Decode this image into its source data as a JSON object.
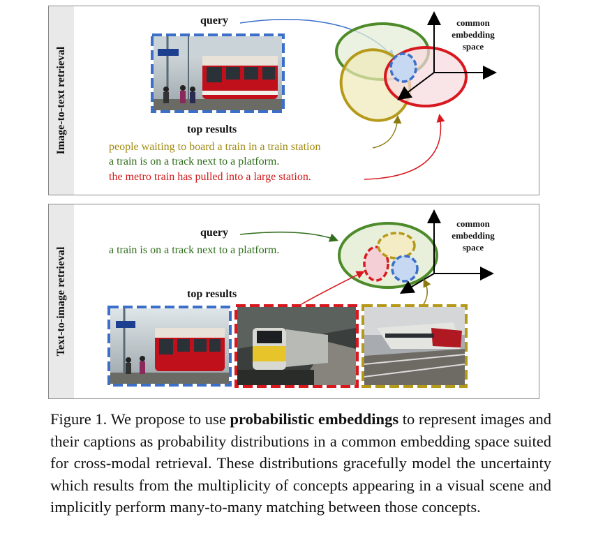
{
  "panel1": {
    "side_label": "Image-to-text retrieval",
    "query_label": "query",
    "top_results_label": "top results",
    "results": [
      "people waiting to board a train in a train station",
      "a train is on a track next to a platform.",
      "the metro train has pulled into a large station."
    ],
    "space_label": [
      "common",
      "embedding",
      "space"
    ]
  },
  "panel2": {
    "side_label": "Text-to-image retrieval",
    "query_label": "query",
    "query_text": "a train is on a track next to a platform.",
    "top_results_label": "top results",
    "space_label": [
      "common",
      "embedding",
      "space"
    ]
  },
  "caption": {
    "prefix": "Figure 1. We propose to use ",
    "bold": "probabilistic embeddings",
    "suffix": " to represent images and their captions as probability distributions in a common embedding space suited for cross-modal retrieval. These distributions gracefully model the uncertainty which results from the multiplicity of concepts appearing in a visual scene and implicitly perform many-to-many matching between those concepts."
  },
  "colors": {
    "blue": "#3b6fc9",
    "green": "#4d8a2a",
    "olive": "#b59a1a",
    "red": "#d8181f"
  }
}
